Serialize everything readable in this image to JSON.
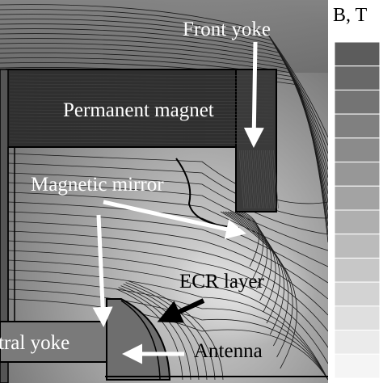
{
  "legend": {
    "title": "B, T",
    "swatch_colors": [
      "#5c5c5c",
      "#686868",
      "#747474",
      "#808080",
      "#8b8b8b",
      "#979797",
      "#a3a3a3",
      "#afafaf",
      "#bbbbbb",
      "#c7c7c7",
      "#d3d3d3",
      "#dfdfdf",
      "#ebebeb",
      "#f5f5f5"
    ]
  },
  "labels": {
    "front_yoke": "Front yoke",
    "permanent_magnet": "Permanent magnet",
    "magnetic_mirror": "Magnetic mirror",
    "ecr_layer": "ECR layer",
    "central_yoke": "tral yoke",
    "antenna": "Antenna"
  },
  "colors": {
    "field_background": "#9a9a9a",
    "magnet_fill": "#2e2e2e",
    "field_line": "#1a1a1a",
    "arrow_white": "#ffffff",
    "arrow_dark": "#000000"
  }
}
